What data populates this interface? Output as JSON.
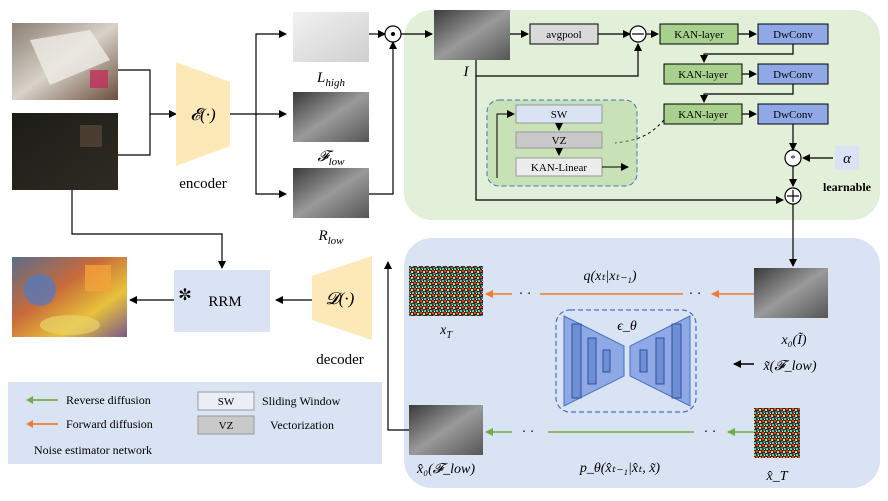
{
  "encoder": {
    "symbol": "𝓔(·)",
    "label": "encoder"
  },
  "decoder": {
    "symbol": "𝓓(·)",
    "label": "decoder"
  },
  "rrm": {
    "label": "RRM",
    "star": "✼"
  },
  "features": {
    "L_high": "L",
    "L_high_sub": "high",
    "F_low": "𝓕",
    "F_low_sub": "low",
    "R_low": "R",
    "R_low_sub": "low"
  },
  "kan_block": {
    "I_label": "I",
    "avgpool": "avgpool",
    "kan_layer": "KAN-layer",
    "dwconv": "DwConv",
    "alpha": "α",
    "learnable": "learnable"
  },
  "inset": {
    "sw": "SW",
    "vz": "VZ",
    "kan_linear": "KAN-Linear"
  },
  "diffusion": {
    "forward_eq": "q(xₜ|xₜ₋₁)",
    "reverse_eq": "p_θ(x̂ₜ₋₁|x̂ₜ, x̃)",
    "x_T": "x_T",
    "x0_I": "x₀(Ĩ)",
    "x_tilde": "x̃(𝓕_low)",
    "x0_hat": "x̂₀(𝓕_low)",
    "x_T_hat": "x̂_T",
    "epsilon": "ϵ_θ"
  },
  "legend": {
    "reverse": "Reverse diffusion",
    "forward": "Forward diffusion",
    "noise": "Noise estimator network",
    "sw_box": "SW",
    "sw_text": "Sliding Window",
    "vz_box": "VZ",
    "vz_text": "Vectorization"
  },
  "colors": {
    "green_panel": "#e2efd9",
    "blue_panel": "#dae3f3",
    "encoder": "#fde9b8",
    "kan": "#a9d18e",
    "dwconv": "#8fa9e6",
    "forward": "#ed7d31",
    "reverse": "#70ad47"
  }
}
